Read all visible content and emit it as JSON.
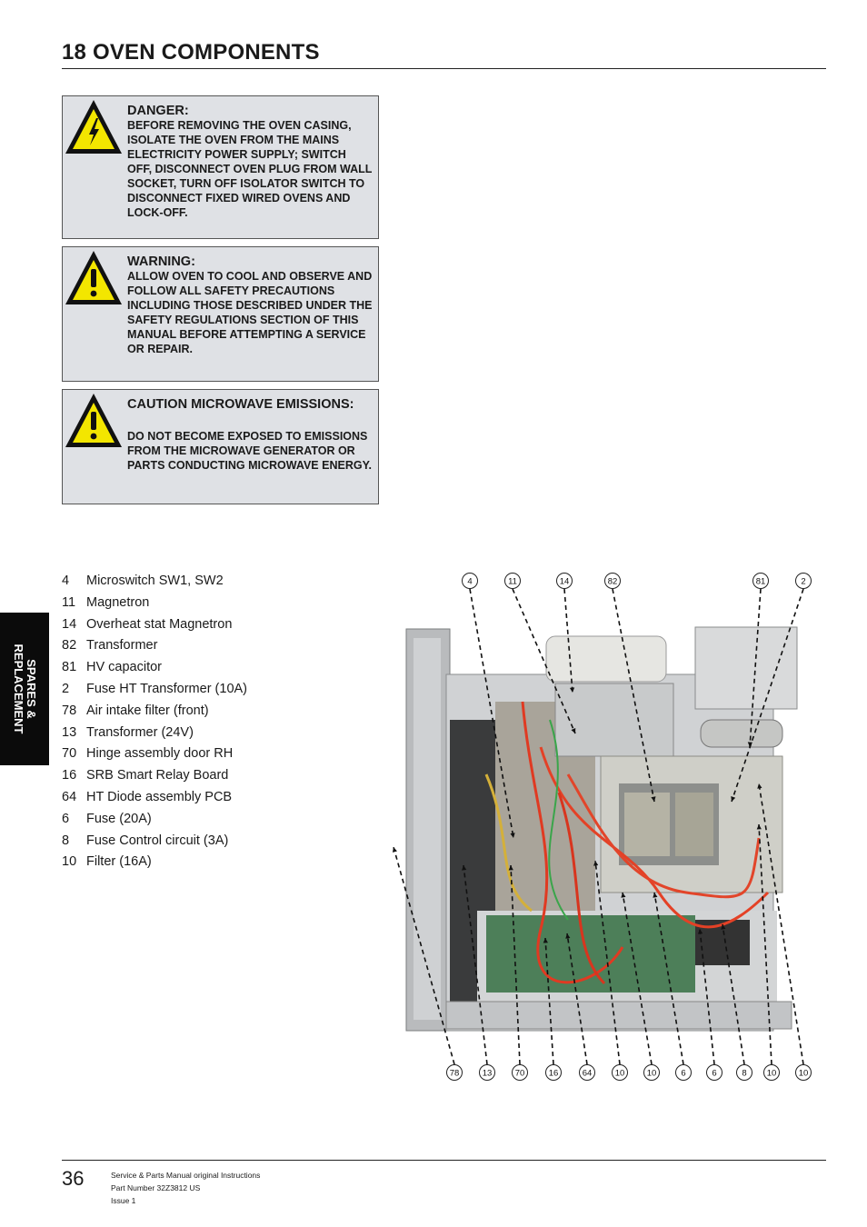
{
  "page": {
    "section_title": "18  OVEN COMPONENTS",
    "page_number": "36",
    "side_tab": "SPARES & REPLACEMENT",
    "footer_lines": [
      "Service & Parts Manual original Instructions",
      "Part Number 32Z3812 US",
      "Issue 1"
    ]
  },
  "notices": [
    {
      "heading": "DANGER:",
      "icon": "electric-hazard-icon",
      "body": "BEFORE REMOVING THE OVEN CASING, ISOLATE THE OVEN FROM THE MAINS ELECTRICITY POWER SUPPLY; SWITCH OFF, DISCONNECT OVEN PLUG FROM WALL SOCKET, TURN OFF ISOLATOR SWITCH TO DISCONNECT FIXED WIRED OVENS AND LOCK-OFF."
    },
    {
      "heading": "WARNING:",
      "icon": "exclamation-warning-icon",
      "body": "ALLOW OVEN TO COOL AND OBSERVE AND FOLLOW ALL SAFETY PRECAUTIONS INCLUDING THOSE DESCRIBED UNDER THE SAFETY REGULATIONS SECTION OF THIS MANUAL BEFORE ATTEMPTING A SERVICE OR REPAIR."
    },
    {
      "heading": "CAUTION MICROWAVE EMISSIONS:",
      "icon": "exclamation-warning-icon",
      "body": "DO NOT BECOME EXPOSED TO EMISSIONS FROM THE MICROWAVE GENERATOR OR PARTS CONDUCTING MICROWAVE ENERGY."
    }
  ],
  "parts": [
    {
      "num": "4",
      "name": "Microswitch SW1, SW2"
    },
    {
      "num": "11",
      "name": "Magnetron"
    },
    {
      "num": "14",
      "name": "Overheat stat Magnetron"
    },
    {
      "num": "82",
      "name": "Transformer"
    },
    {
      "num": "81",
      "name": "HV capacitor"
    },
    {
      "num": "2",
      "name": "Fuse HT Transformer (10A)"
    },
    {
      "num": "78",
      "name": "Air intake filter (front)"
    },
    {
      "num": "13",
      "name": "Transformer (24V)"
    },
    {
      "num": "70",
      "name": "Hinge assembly door RH"
    },
    {
      "num": "16",
      "name": "SRB Smart Relay Board"
    },
    {
      "num": "64",
      "name": "HT Diode assembly PCB"
    },
    {
      "num": "6",
      "name": "Fuse (20A)"
    },
    {
      "num": "8",
      "name": "Fuse Control circuit (3A)"
    },
    {
      "num": "10",
      "name": "Filter (16A)"
    }
  ],
  "figure": {
    "callouts_top": [
      "4",
      "11",
      "14",
      "82",
      "81",
      "2"
    ],
    "callouts_bottom": [
      "78",
      "13",
      "70",
      "16",
      "64",
      "10",
      "10",
      "6",
      "6",
      "8",
      "10",
      "10"
    ]
  }
}
